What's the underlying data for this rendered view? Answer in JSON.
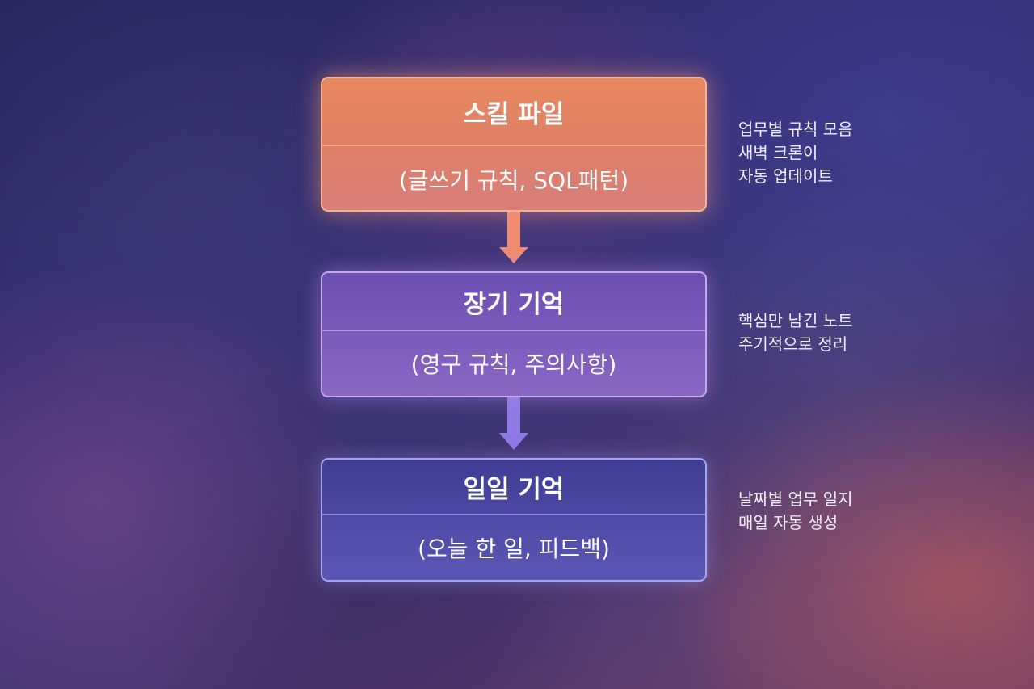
{
  "diagram": {
    "boxes": [
      {
        "title": "스킬 파일",
        "subtitle": "(글쓰기 규칙, SQL패턴)",
        "color": "#e8885f"
      },
      {
        "title": "장기 기억",
        "subtitle": "(영구 규칙, 주의사항)",
        "color": "#7b5bbc"
      },
      {
        "title": "일일 기억",
        "subtitle": "(오늘 한 일, 피드백)",
        "color": "#4e4aa6"
      }
    ],
    "notes": [
      {
        "lines": [
          "업무별 규칙 모음",
          "새벽 크론이",
          "자동 업데이트"
        ]
      },
      {
        "lines": [
          "핵심만 남긴 노트",
          "주기적으로 정리"
        ]
      },
      {
        "lines": [
          "날짜별 업무 일지",
          "매일 자동 생성"
        ]
      }
    ],
    "arrows": [
      {
        "from": "스킬 파일",
        "to": "장기 기억",
        "color": "#f08c74"
      },
      {
        "from": "장기 기억",
        "to": "일일 기억",
        "color": "#8f7ae6"
      }
    ]
  }
}
